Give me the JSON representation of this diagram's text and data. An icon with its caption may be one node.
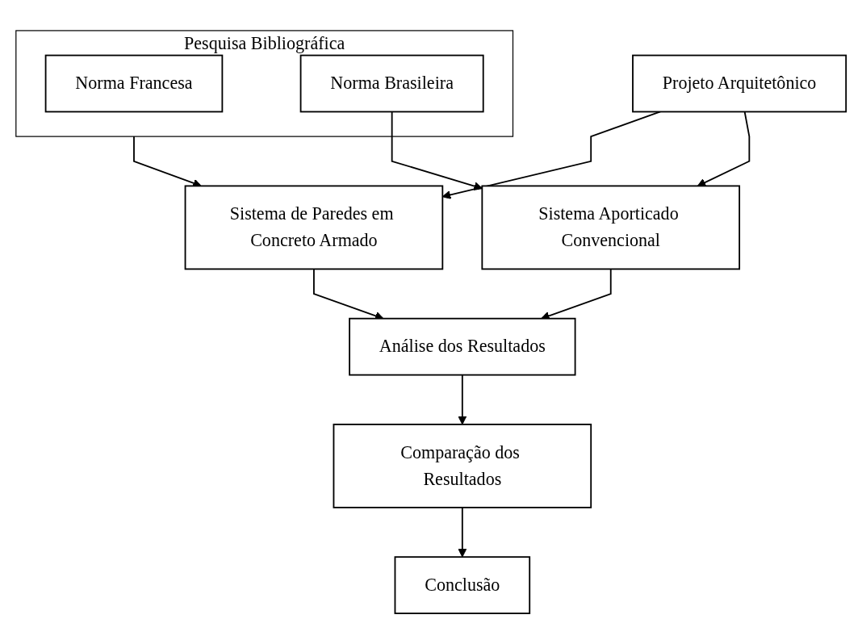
{
  "diagram": {
    "nodes": [
      {
        "text": [
          "Pesquisa Bibliográfica"
        ]
      },
      {
        "text": [
          "Norma Francesa"
        ],
        "in": 0
      },
      {
        "text": [
          "Norma Brasileira"
        ],
        "in": 0
      },
      {
        "text": [
          "Sistema de Paredes em Concreto Armado"
        ]
      },
      {
        "text": [
          "Projeto Arquitetônico"
        ]
      },
      {
        "text": [
          "Sistema Aporticado Convencional"
        ]
      },
      {
        "text": [
          "Análise dos Resultados"
        ]
      },
      {
        "text": [
          "Comparação dos Resultados"
        ]
      },
      {
        "text": [
          "Conclusão"
        ]
      }
    ],
    "edges": [
      {
        "from": 0,
        "to": 3,
        "arrow": "to"
      },
      {
        "from": 4,
        "to": 3,
        "arrow": "to"
      },
      {
        "from": 2,
        "to": 5,
        "arrow": "to"
      },
      {
        "from": 4,
        "to": 5,
        "arrow": "to"
      },
      {
        "from": 3,
        "to": 6,
        "arrow": "to"
      },
      {
        "from": 5,
        "to": 6,
        "arrow": "to"
      },
      {
        "from": 6,
        "to": 7,
        "arrow": "to"
      },
      {
        "from": 7,
        "to": 8,
        "arrow": "to"
      }
    ]
  }
}
